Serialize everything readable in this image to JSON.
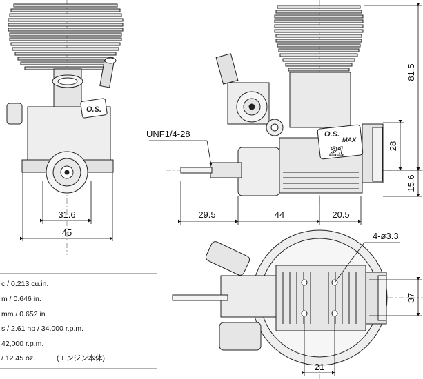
{
  "dimensions": {
    "front_width_inner": "31.6",
    "front_width_outer": "45",
    "thread_label": "UNF1/4-28",
    "side_left": "29.5",
    "side_middle": "44",
    "side_right": "20.5",
    "height_total": "81.5",
    "height_mid": "28",
    "height_base": "15.6",
    "bolt_hole": "4-ø3.3",
    "bottom_depth": "37",
    "bottom_width": "21"
  },
  "logo": {
    "brand": "O.S.",
    "model_line": "MAX",
    "model_number": "21"
  },
  "specs": [
    "c / 0.213 cu.in.",
    "m / 0.646 in.",
    "mm / 0.652 in.",
    "s / 2.61 hp / 34,000 r.p.m.",
    "42,000 r.p.m.",
    "/ 12.45 oz.",
    "(エンジン本体)"
  ]
}
